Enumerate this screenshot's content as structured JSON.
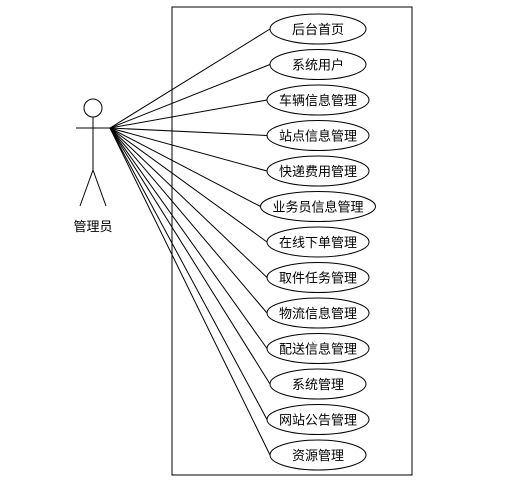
{
  "actor": {
    "name": "管理员"
  },
  "use_cases": [
    "后台首页",
    "系统用户",
    "车辆信息管理",
    "站点信息管理",
    "快递费用管理",
    "业务员信息管理",
    "在线下单管理",
    "取件任务管理",
    "物流信息管理",
    "配送信息管理",
    "系统管理",
    "网站公告管理",
    "资源管理"
  ]
}
